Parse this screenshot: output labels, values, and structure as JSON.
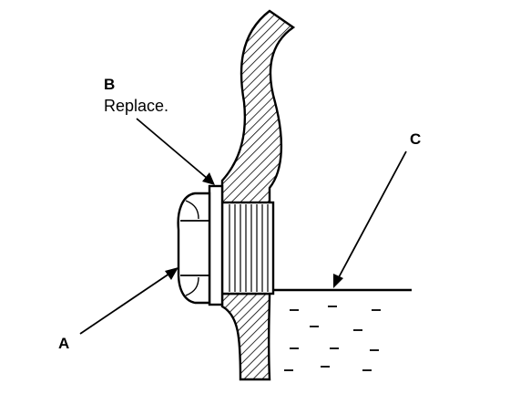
{
  "labels": {
    "a": "A",
    "b": "B",
    "b_note": "Replace.",
    "c": "C"
  },
  "colors": {
    "ink": "#000000",
    "paper": "#ffffff"
  }
}
